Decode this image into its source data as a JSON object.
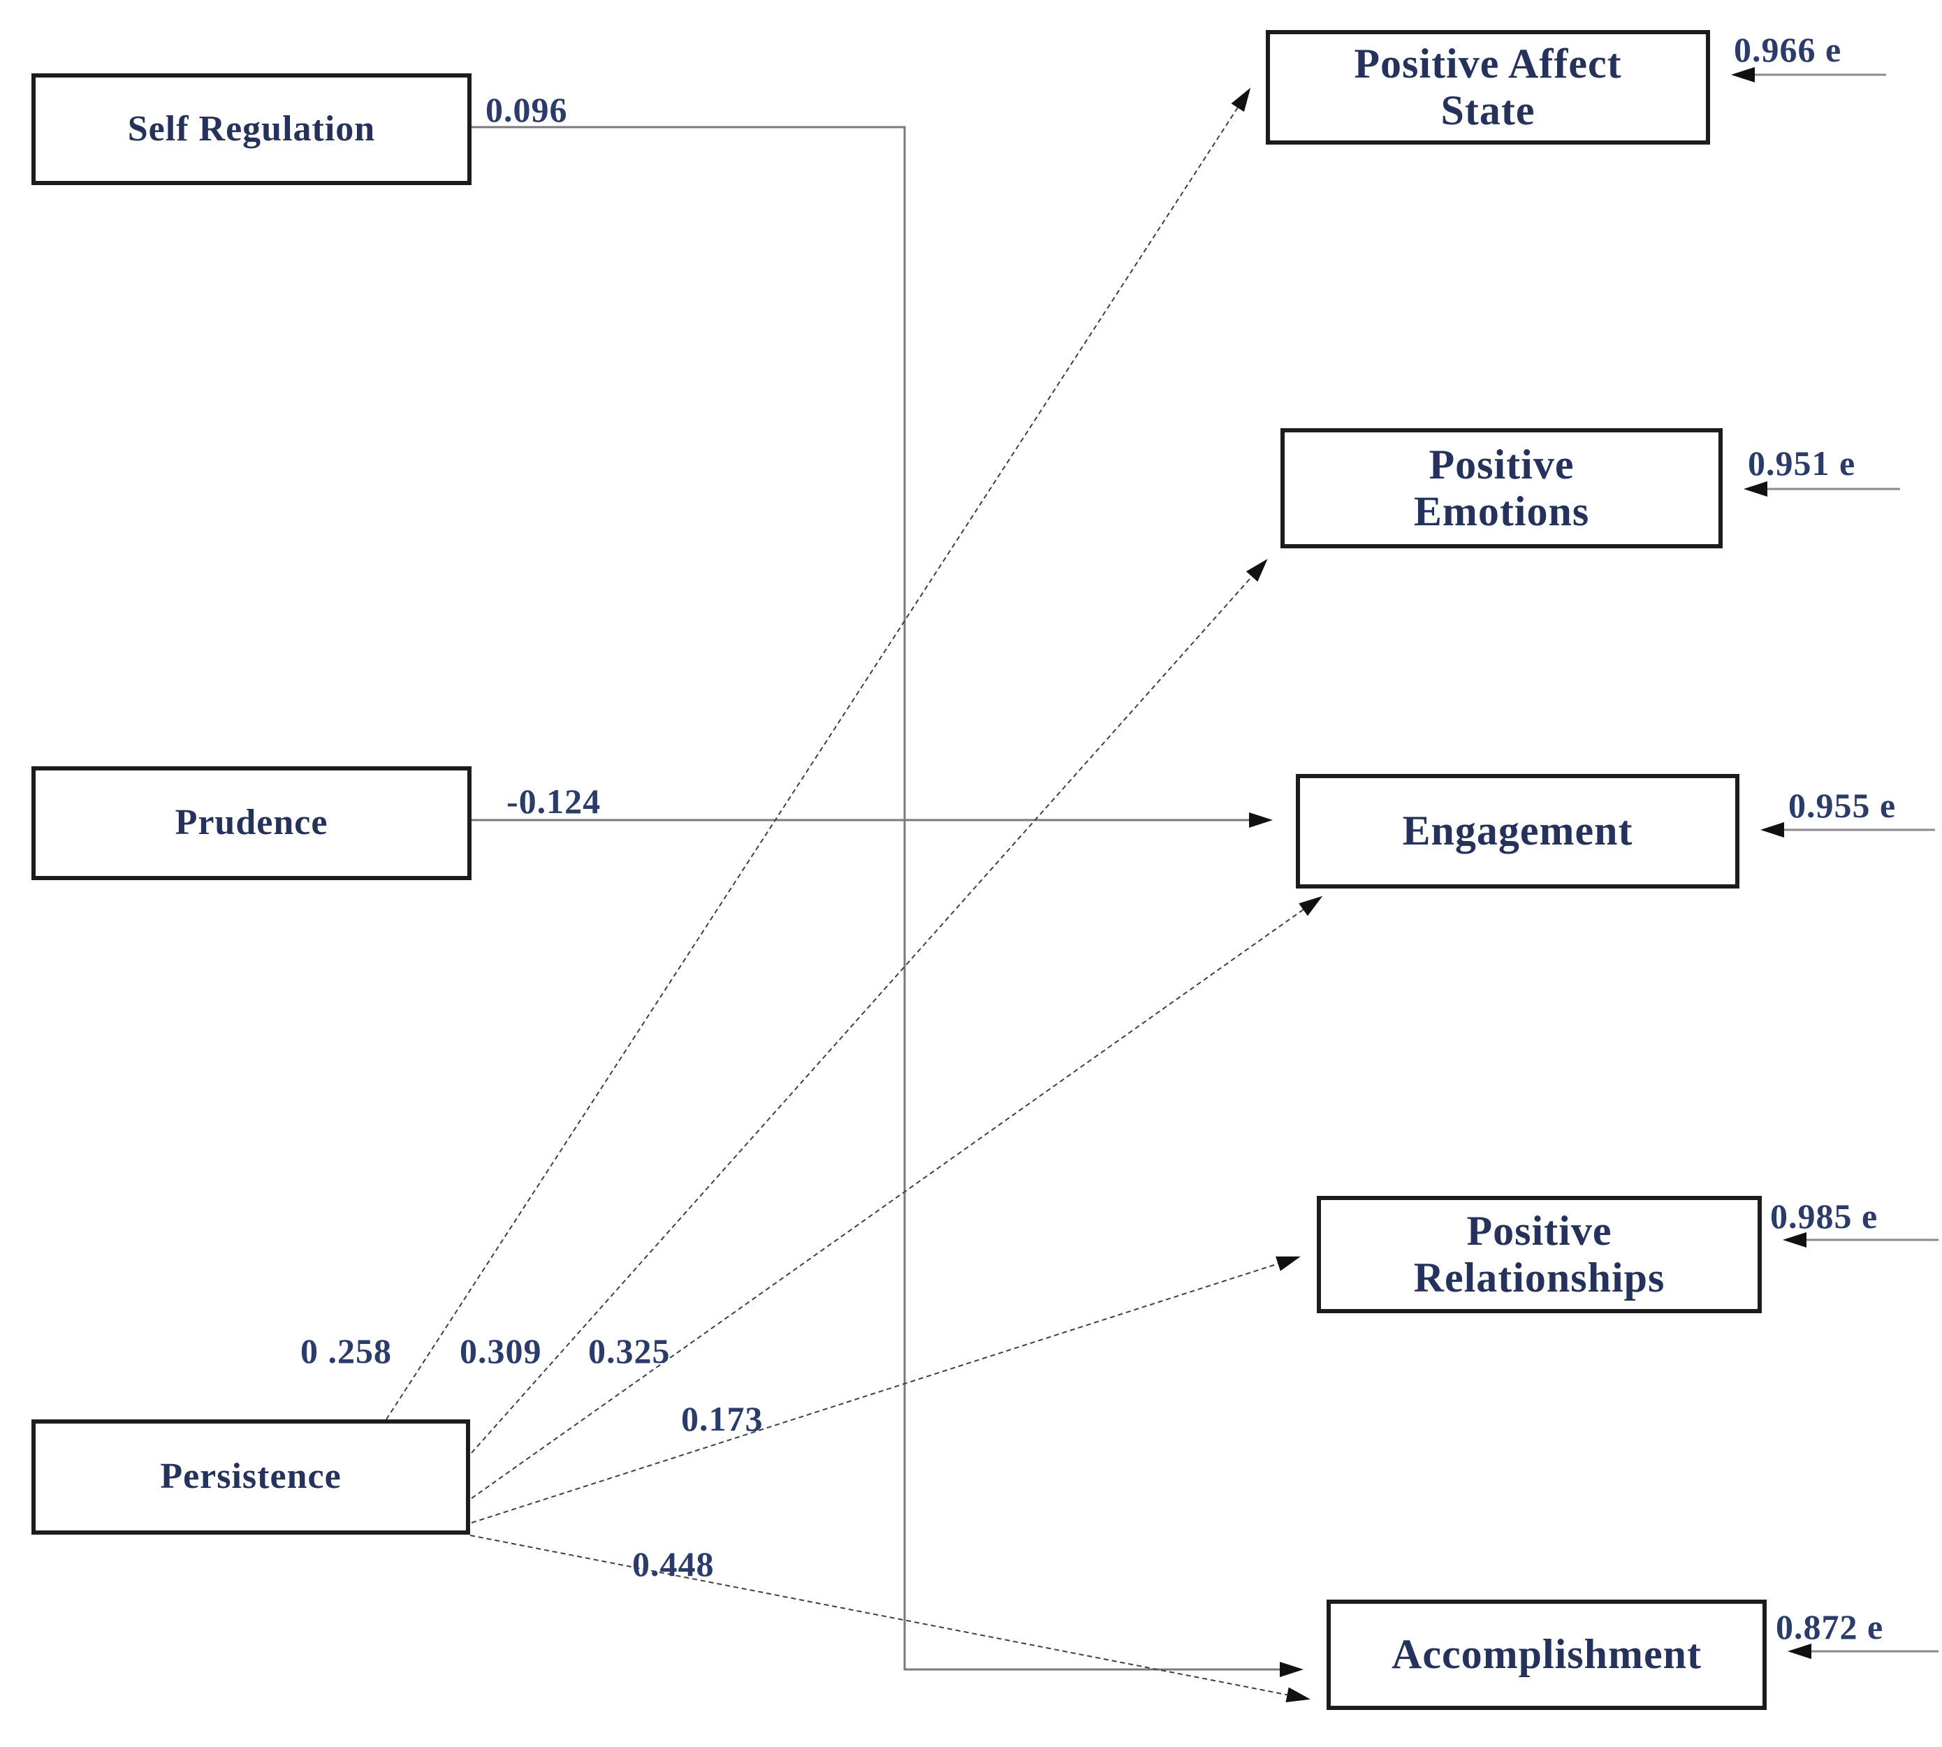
{
  "figure": {
    "type": "path-diagram",
    "predictors": [
      {
        "id": "self_regulation",
        "label": "Self Regulation"
      },
      {
        "id": "prudence",
        "label": "Prudence"
      },
      {
        "id": "persistence",
        "label": "Persistence"
      }
    ],
    "outcomes": [
      {
        "id": "positive_affect_state",
        "label": "Positive Affect\nState",
        "error": "0.966 e"
      },
      {
        "id": "positive_emotions",
        "label": "Positive\nEmotions",
        "error": "0.951 e"
      },
      {
        "id": "engagement",
        "label": "Engagement",
        "error": "0.955 e"
      },
      {
        "id": "positive_relationships",
        "label": "Positive\nRelationships",
        "error": "0.985 e"
      },
      {
        "id": "accomplishment",
        "label": "Accomplishment",
        "error": "0.872 e"
      }
    ],
    "paths": [
      {
        "from": "Self Regulation",
        "to": "Accomplishment",
        "coefficient": "0.096"
      },
      {
        "from": "Prudence",
        "to": "Engagement",
        "coefficient": "-0.124"
      },
      {
        "from": "Persistence",
        "to": "Positive Affect State",
        "coefficient": "0 .258"
      },
      {
        "from": "Persistence",
        "to": "Positive Emotions",
        "coefficient": "0.309"
      },
      {
        "from": "Persistence",
        "to": "Engagement",
        "coefficient": "0.325"
      },
      {
        "from": "Persistence",
        "to": "Positive Relationships",
        "coefficient": "0.173"
      },
      {
        "from": "Persistence",
        "to": "Accomplishment",
        "coefficient": "0.448"
      }
    ]
  }
}
